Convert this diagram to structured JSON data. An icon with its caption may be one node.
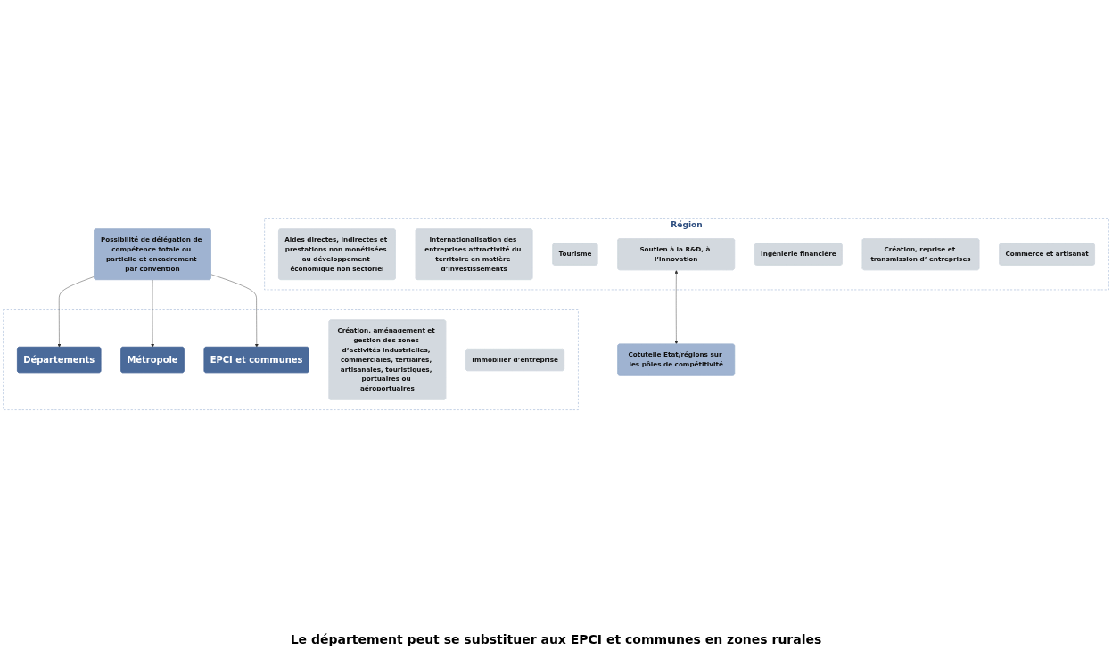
{
  "diagram": {
    "nodes": [
      {
        "text": [
          "Région"
        ]
      },
      {
        "text": [
          "Aides directes, indirectes et prestations non monétisées au développement économique non sectoriel"
        ],
        "in": 0
      },
      {
        "text": [
          "Internationalisation des entreprises attractivité du territoire en matière d’investissements"
        ],
        "in": 0
      },
      {
        "text": [
          "Tourisme"
        ],
        "in": 0
      },
      {
        "text": [
          "Soutien à la R&D, à l’innovation"
        ],
        "in": 0
      },
      {
        "text": [
          "Ingénierie financière"
        ],
        "in": 0
      },
      {
        "text": [
          "Création, reprise et transmission d’ entreprises"
        ],
        "in": 0
      },
      {
        "text": [
          "Commerce et artisanat"
        ],
        "in": 0
      },
      {
        "text": [
          "Cotutelle Etat/régions sur les pôles de compétitivité"
        ]
      },
      {
        "text": [
          "Possibilité de délégation de compétence totale ou partielle et encadrement par convention"
        ]
      },
      {
        "text": [],
        "shape": "box"
      },
      {
        "text": [
          "Départements"
        ],
        "in": 10
      },
      {
        "text": [
          "Métropole"
        ],
        "in": 10
      },
      {
        "text": [
          "EPCI et communes"
        ],
        "in": 10
      },
      {
        "text": [
          "Création, aménagement et gestion des zones d’activités industrielles, commerciales, tertiaires, artisanales, touristiques, portuaires ou aéroportuaires"
        ],
        "in": 10
      },
      {
        "text": [
          "Immobilier d’entreprise"
        ],
        "in": 10
      }
    ],
    "edges": [
      {
        "from": 4,
        "to": 8,
        "arrow": "both"
      },
      {
        "from": 9,
        "to": 11,
        "arrow": "to"
      },
      {
        "from": 9,
        "to": 12,
        "arrow": "to"
      },
      {
        "from": 9,
        "to": 13,
        "arrow": "to"
      }
    ],
    "labels": [
      "Le département peut se substituer aux EPCI et communes en zones rurales"
    ]
  }
}
